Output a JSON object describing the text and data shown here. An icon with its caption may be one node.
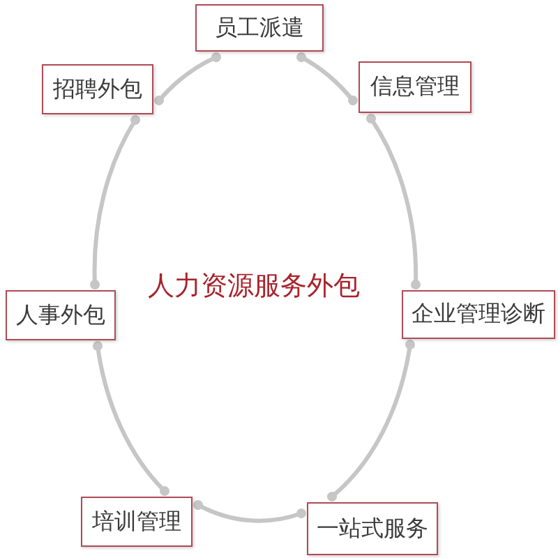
{
  "diagram": {
    "title": "人力资源服务外包",
    "nodes": [
      {
        "text": [
          "员工派遣"
        ]
      },
      {
        "text": [
          "招聘外包"
        ]
      },
      {
        "text": [
          "信息管理"
        ]
      },
      {
        "text": [
          "人事外包"
        ]
      },
      {
        "text": [
          "企业管理诊断"
        ]
      },
      {
        "text": [
          "培训管理"
        ]
      },
      {
        "text": [
          "一站式服务"
        ]
      }
    ],
    "edges": [
      {
        "from": 0,
        "to": 2,
        "arrow": "other"
      },
      {
        "from": 2,
        "to": 4,
        "arrow": "other"
      },
      {
        "from": 4,
        "to": 6,
        "arrow": "other"
      },
      {
        "from": 6,
        "to": 5,
        "arrow": "other"
      },
      {
        "from": 5,
        "to": 3,
        "arrow": "other"
      },
      {
        "from": 3,
        "to": 1,
        "arrow": "other"
      },
      {
        "from": 1,
        "to": 0,
        "arrow": "other"
      }
    ]
  }
}
